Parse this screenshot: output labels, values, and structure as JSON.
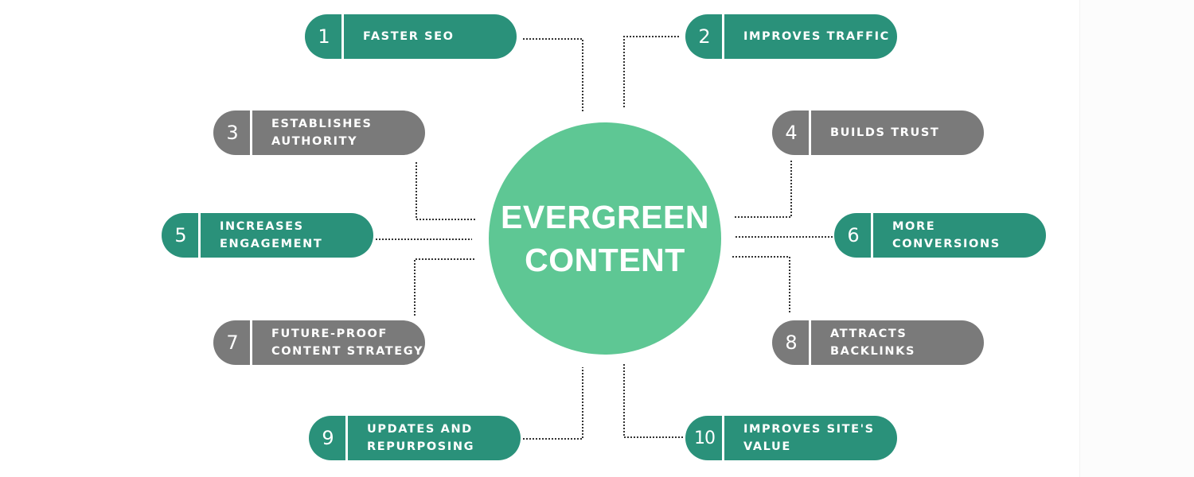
{
  "center": {
    "line1": "EVERGREEN",
    "line2": "CONTENT",
    "color": "#5ec794"
  },
  "colors": {
    "teal": "#2a917a",
    "gray": "#7a7a7a",
    "connector": "#333333",
    "background": "#ffffff"
  },
  "benefits": [
    {
      "number": "1",
      "line1": "FASTER SEO",
      "line2": "",
      "color": "teal"
    },
    {
      "number": "2",
      "line1": "IMPROVES TRAFFIC",
      "line2": "",
      "color": "teal"
    },
    {
      "number": "3",
      "line1": "ESTABLISHES",
      "line2": "AUTHORITY",
      "color": "gray"
    },
    {
      "number": "4",
      "line1": "BUILDS TRUST",
      "line2": "",
      "color": "gray"
    },
    {
      "number": "5",
      "line1": "INCREASES",
      "line2": "ENGAGEMENT",
      "color": "teal"
    },
    {
      "number": "6",
      "line1": "MORE",
      "line2": "CONVERSIONS",
      "color": "teal"
    },
    {
      "number": "7",
      "line1": "FUTURE-PROOF",
      "line2": "CONTENT STRATEGY",
      "color": "gray"
    },
    {
      "number": "8",
      "line1": "ATTRACTS",
      "line2": "BACKLINKS",
      "color": "gray"
    },
    {
      "number": "9",
      "line1": "UPDATES AND",
      "line2": "REPURPOSING",
      "color": "teal"
    },
    {
      "number": "10",
      "line1": "IMPROVES SITE'S",
      "line2": "VALUE",
      "color": "teal"
    }
  ]
}
